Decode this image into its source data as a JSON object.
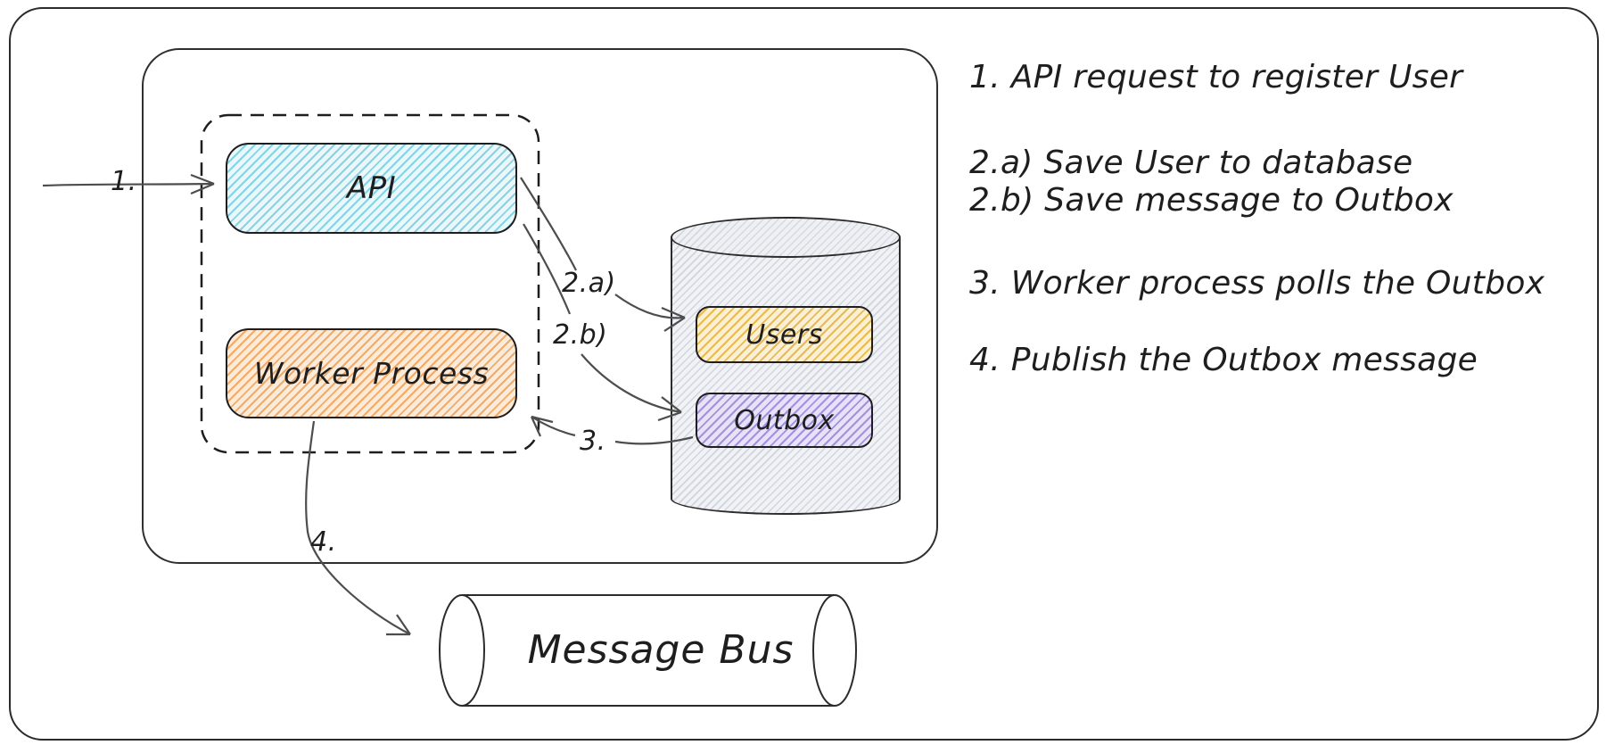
{
  "diagram": {
    "boxes": {
      "api": "API",
      "worker": "Worker Process",
      "users": "Users",
      "outbox": "Outbox",
      "message_bus": "Message Bus"
    },
    "arrow_labels": {
      "step1": "1.",
      "step2a": "2.a)",
      "step2b": "2.b)",
      "step3": "3.",
      "step4": "4."
    },
    "annotations": [
      "1. API request to register User",
      "2.a) Save User to database",
      "2.b) Save message to Outbox",
      "3. Worker process polls the Outbox",
      "4. Publish the Outbox message"
    ],
    "colors": {
      "api_fill": "#85d3e4",
      "worker_fill": "#f3aa66",
      "users_fill": "#e8ba50",
      "outbox_fill": "#a291dd",
      "database_fill": "#d0d4dd",
      "stroke": "#1e1e1e",
      "arrow": "#4d4d4d"
    }
  }
}
